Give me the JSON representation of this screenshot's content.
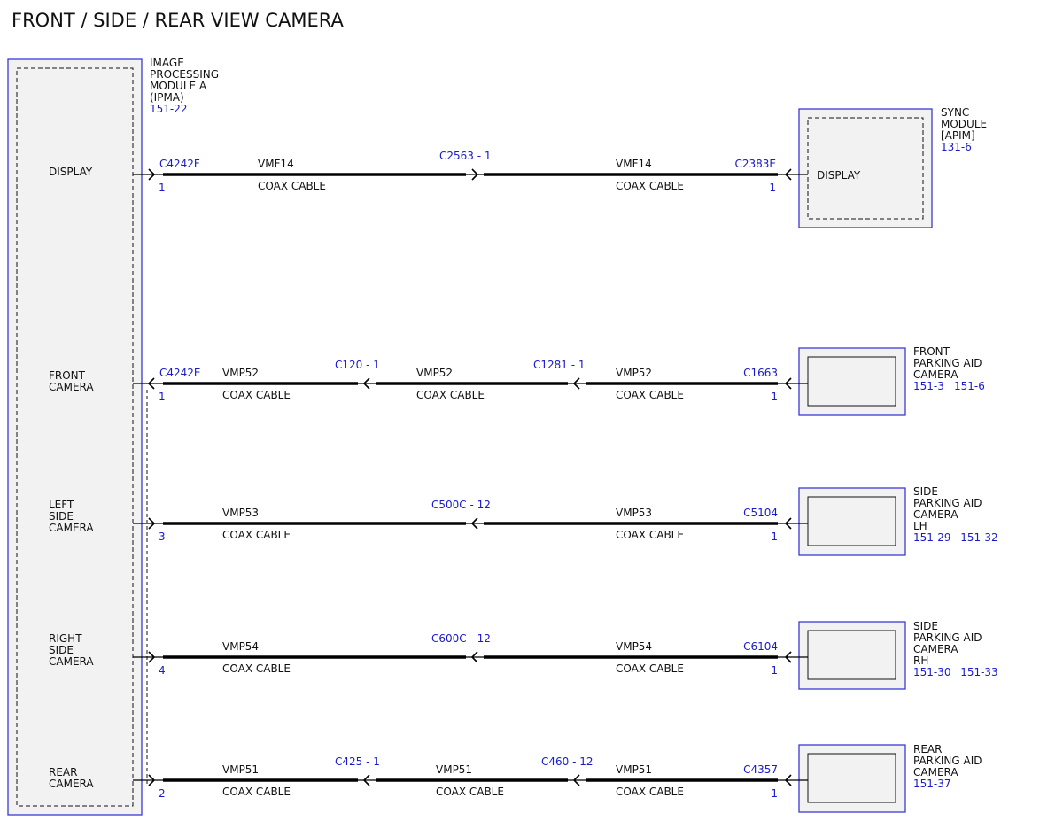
{
  "title": "FRONT / SIDE / REAR VIEW CAMERA",
  "ipma": {
    "label_lines": [
      "IMAGE",
      "PROCESSING",
      "MODULE A",
      "(IPMA)"
    ],
    "ref": "151-22",
    "ports": [
      {
        "lines": [
          "DISPLAY"
        ]
      },
      {
        "lines": [
          "FRONT",
          "CAMERA"
        ]
      },
      {
        "lines": [
          "LEFT",
          "SIDE",
          "CAMERA"
        ]
      },
      {
        "lines": [
          "RIGHT",
          "SIDE",
          "CAMERA"
        ]
      },
      {
        "lines": [
          "REAR",
          "CAMERA"
        ]
      }
    ]
  },
  "devices": [
    {
      "lines": [
        "SYNC",
        "MODULE",
        "[APIM]"
      ],
      "refs": [
        "131-6"
      ],
      "inner_label": "DISPLAY"
    },
    {
      "lines": [
        "FRONT",
        "PARKING AID",
        "CAMERA"
      ],
      "refs": [
        "151-3",
        "151-6"
      ]
    },
    {
      "lines": [
        "SIDE",
        "PARKING AID",
        "CAMERA",
        "LH"
      ],
      "refs": [
        "151-29",
        "151-32"
      ]
    },
    {
      "lines": [
        "SIDE",
        "PARKING AID",
        "CAMERA",
        "RH"
      ],
      "refs": [
        "151-30",
        "151-33"
      ]
    },
    {
      "lines": [
        "REAR",
        "PARKING AID",
        "CAMERA"
      ],
      "refs": [
        "151-37"
      ]
    }
  ],
  "circuits": [
    {
      "left_connector": "C4242F",
      "left_pin": "1",
      "left_arrow": "right",
      "right_connector": "C2383E",
      "right_pin": "1",
      "segments": [
        {
          "circuit": "VMF14",
          "cable": "COAX CABLE"
        },
        {
          "circuit": "VMF14",
          "cable": "COAX CABLE"
        }
      ],
      "inline": [
        {
          "connector": "C2563",
          "pin": "1",
          "arrow": "right"
        }
      ]
    },
    {
      "left_connector": "C4242E",
      "left_pin": "1",
      "left_arrow": "left",
      "right_connector": "C1663",
      "right_pin": "1",
      "segments": [
        {
          "circuit": "VMP52",
          "cable": "COAX CABLE"
        },
        {
          "circuit": "VMP52",
          "cable": "COAX CABLE"
        },
        {
          "circuit": "VMP52",
          "cable": "COAX CABLE"
        }
      ],
      "inline": [
        {
          "connector": "C120",
          "pin": "1",
          "arrow": "left"
        },
        {
          "connector": "C1281",
          "pin": "1",
          "arrow": "left"
        }
      ]
    },
    {
      "left_connector": "",
      "left_pin": "3",
      "left_arrow": "right",
      "right_connector": "C5104",
      "right_pin": "1",
      "segments": [
        {
          "circuit": "VMP53",
          "cable": "COAX CABLE"
        },
        {
          "circuit": "VMP53",
          "cable": "COAX CABLE"
        }
      ],
      "inline": [
        {
          "connector": "C500C",
          "pin": "12",
          "arrow": "left"
        }
      ]
    },
    {
      "left_connector": "",
      "left_pin": "4",
      "left_arrow": "right",
      "right_connector": "C6104",
      "right_pin": "1",
      "segments": [
        {
          "circuit": "VMP54",
          "cable": "COAX CABLE"
        },
        {
          "circuit": "VMP54",
          "cable": "COAX CABLE"
        }
      ],
      "inline": [
        {
          "connector": "C600C",
          "pin": "12",
          "arrow": "left"
        }
      ]
    },
    {
      "left_connector": "",
      "left_pin": "2",
      "left_arrow": "right",
      "right_connector": "C4357",
      "right_pin": "1",
      "segments": [
        {
          "circuit": "VMP51",
          "cable": "COAX CABLE"
        },
        {
          "circuit": "VMP51",
          "cable": "COAX CABLE"
        },
        {
          "circuit": "VMP51",
          "cable": "COAX CABLE"
        }
      ],
      "inline": [
        {
          "connector": "C425",
          "pin": "1",
          "arrow": "left"
        },
        {
          "connector": "C460",
          "pin": "12",
          "arrow": "left"
        }
      ]
    }
  ]
}
